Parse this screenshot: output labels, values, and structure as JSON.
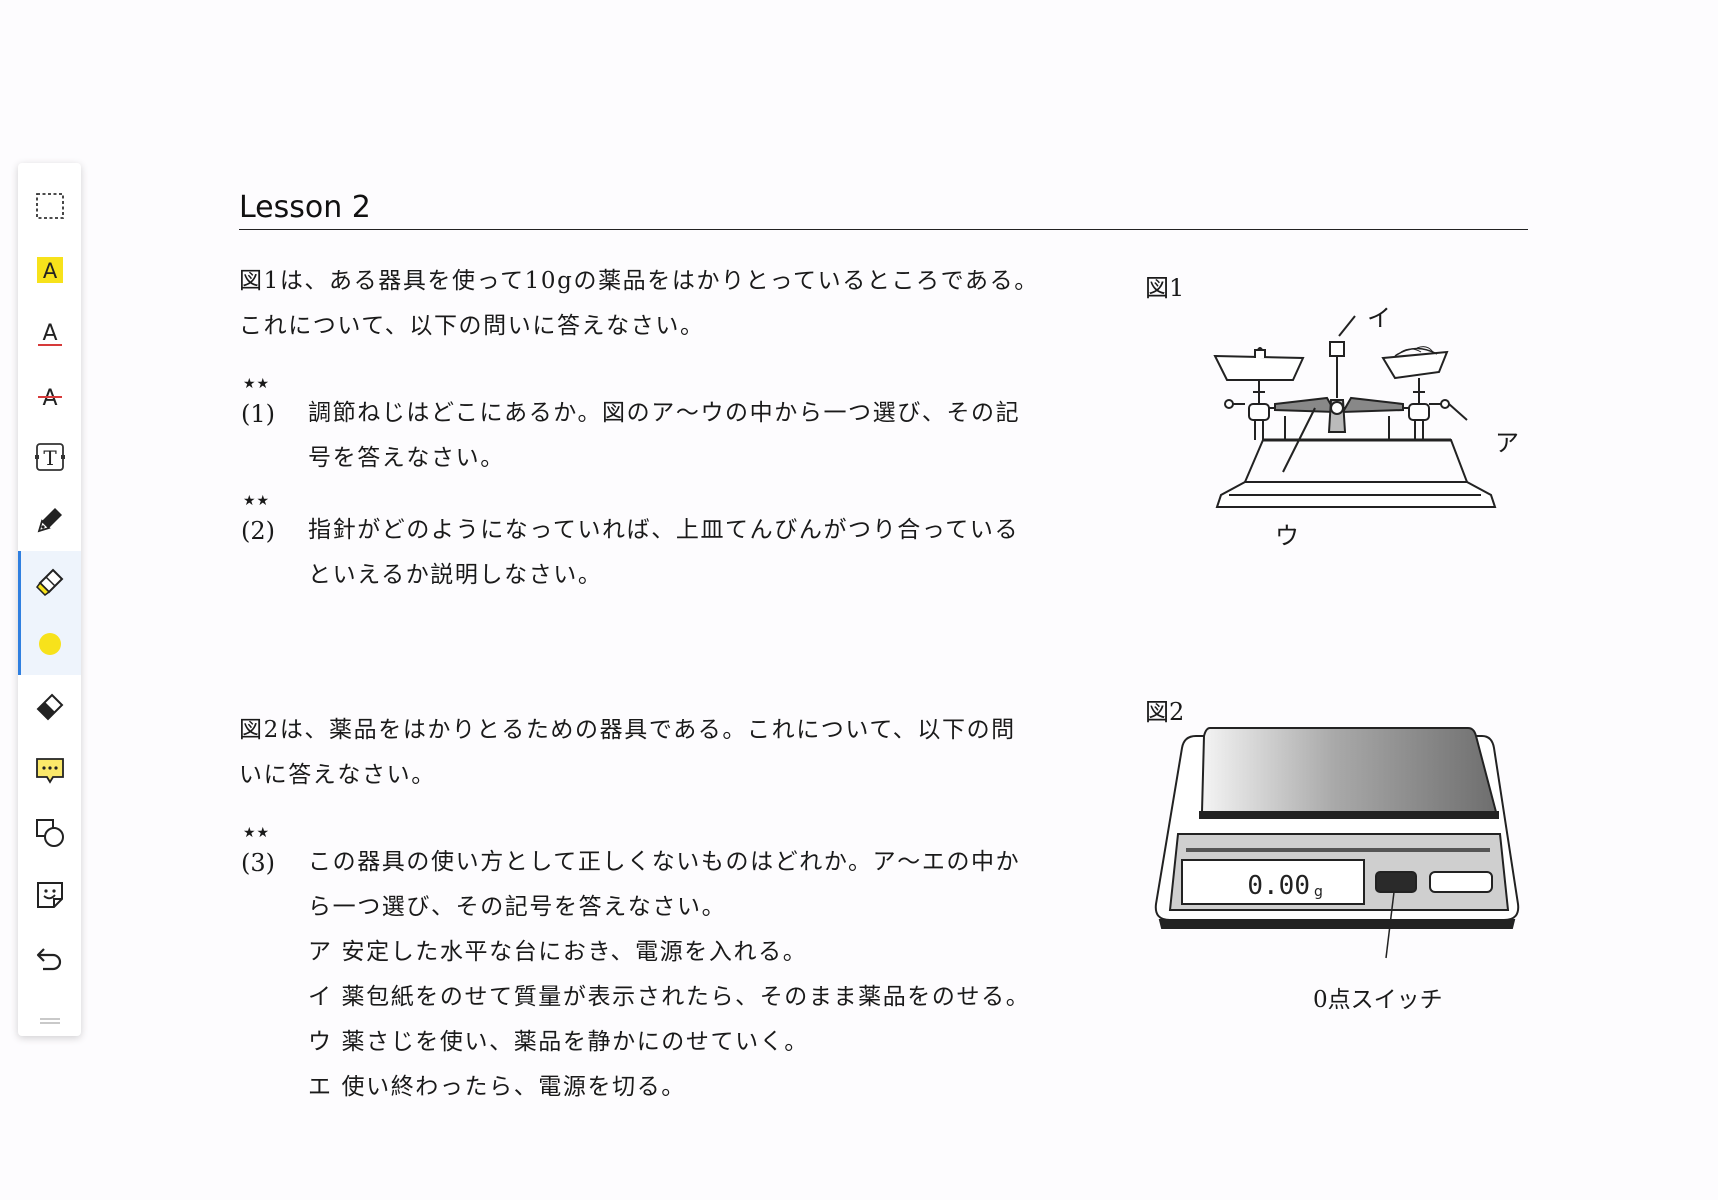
{
  "toolbar": {
    "tools": [
      {
        "name": "select",
        "icon": "dashed-rectangle-icon"
      },
      {
        "name": "highlight-text",
        "icon": "highlight-a-icon"
      },
      {
        "name": "underline-text",
        "icon": "underline-a-icon"
      },
      {
        "name": "strikethrough-text",
        "icon": "strikethrough-a-icon"
      },
      {
        "name": "text-box",
        "icon": "text-box-icon"
      },
      {
        "name": "pen",
        "icon": "pen-icon"
      },
      {
        "name": "highlighter",
        "icon": "highlighter-icon",
        "active": true
      },
      {
        "name": "color",
        "icon": "color-dot-icon",
        "color": "#f7e21b"
      },
      {
        "name": "eraser",
        "icon": "eraser-icon"
      },
      {
        "name": "comment",
        "icon": "comment-bubble-icon"
      },
      {
        "name": "shapes",
        "icon": "shapes-icon"
      },
      {
        "name": "sticker",
        "icon": "sticker-icon"
      },
      {
        "name": "undo",
        "icon": "undo-icon"
      }
    ],
    "accent_color": "#2f7fe0"
  },
  "page": {
    "title": "Lesson 2",
    "intro1": [
      "図1は、ある器具を使って10gの薬品をはかりとっているところである。",
      "これについて、以下の問いに答えなさい。"
    ],
    "questions": [
      {
        "stars": "★★",
        "number": "(1)",
        "lines": [
          "調節ねじはどこにあるか。図のア～ウの中から一つ選び、その記",
          "号を答えなさい。"
        ]
      },
      {
        "stars": "★★",
        "number": "(2)",
        "lines": [
          "指針がどのようになっていれば、上皿てんびんがつり合っている",
          "といえるか説明しなさい。"
        ]
      },
      {
        "stars": "★★",
        "number": "(3)",
        "lines": [
          "この器具の使い方として正しくないものはどれか。ア～エの中か",
          "ら一つ選び、その記号を答えなさい。"
        ],
        "options": [
          "ア 安定した水平な台におき、電源を入れる。",
          "イ 薬包紙をのせて質量が表示されたら、そのまま薬品をのせる。",
          "ウ 薬さじを使い、薬品を静かにのせていく。",
          "エ 使い終わったら、電源を切る。"
        ]
      }
    ],
    "intro2": [
      "図2は、薬品をはかりとるための器具である。これについて、以下の問",
      "いに答えなさい。"
    ]
  },
  "figure1": {
    "label": "図1",
    "callout_a": "ア",
    "callout_i": "イ",
    "callout_u": "ウ"
  },
  "figure2": {
    "label": "図2",
    "display": "0.00",
    "unit": "g",
    "switch_label": "0点スイッチ"
  }
}
